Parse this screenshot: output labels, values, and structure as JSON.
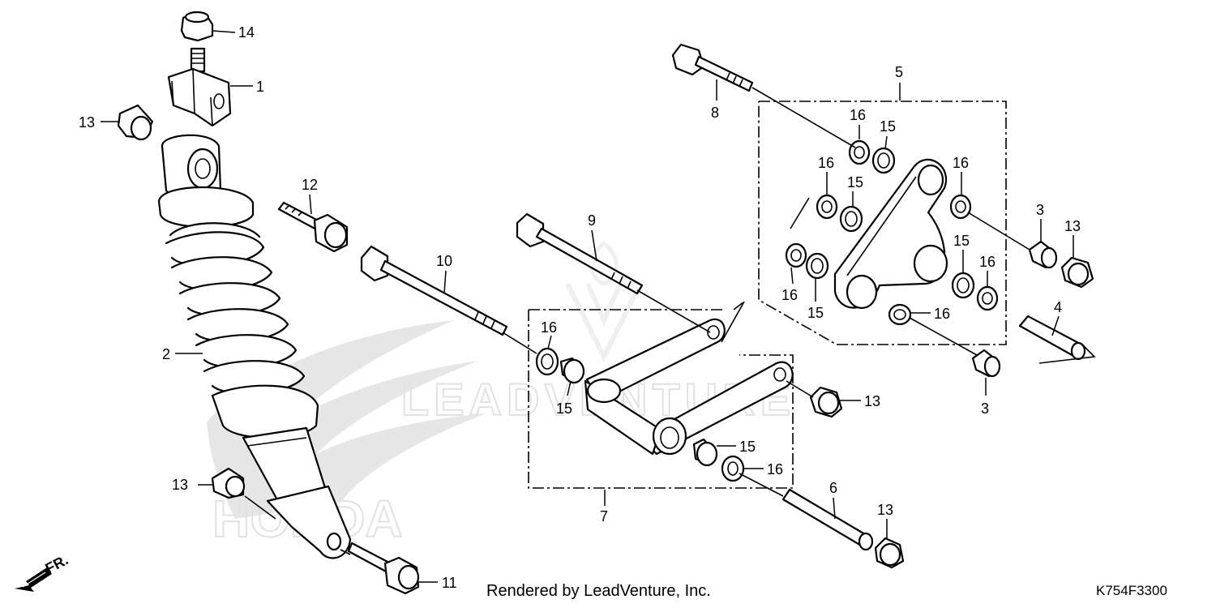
{
  "callouts": [
    {
      "id": "14",
      "text": "14"
    },
    {
      "id": "1",
      "text": "1"
    },
    {
      "id": "13a",
      "text": "13"
    },
    {
      "id": "2",
      "text": "2"
    },
    {
      "id": "12",
      "text": "12"
    },
    {
      "id": "10",
      "text": "10"
    },
    {
      "id": "9",
      "text": "9"
    },
    {
      "id": "13b",
      "text": "13"
    },
    {
      "id": "11",
      "text": "11"
    },
    {
      "id": "16a",
      "text": "16"
    },
    {
      "id": "15a",
      "text": "15"
    },
    {
      "id": "13c",
      "text": "13"
    },
    {
      "id": "15b",
      "text": "15"
    },
    {
      "id": "16b",
      "text": "16"
    },
    {
      "id": "7",
      "text": "7"
    },
    {
      "id": "6",
      "text": "6"
    },
    {
      "id": "13d",
      "text": "13"
    },
    {
      "id": "8",
      "text": "8"
    },
    {
      "id": "5",
      "text": "5"
    },
    {
      "id": "16c",
      "text": "16"
    },
    {
      "id": "15c",
      "text": "15"
    },
    {
      "id": "16d",
      "text": "16"
    },
    {
      "id": "15d",
      "text": "15"
    },
    {
      "id": "16e",
      "text": "16"
    },
    {
      "id": "3a",
      "text": "3"
    },
    {
      "id": "13e",
      "text": "13"
    },
    {
      "id": "15e",
      "text": "15"
    },
    {
      "id": "16f",
      "text": "16"
    },
    {
      "id": "16g",
      "text": "16"
    },
    {
      "id": "15f",
      "text": "15"
    },
    {
      "id": "16h",
      "text": "16"
    },
    {
      "id": "4",
      "text": "4"
    },
    {
      "id": "3b",
      "text": "3"
    }
  ],
  "direction_label": "FR.",
  "watermark_text": "LEADVENTURE",
  "brand_text": "HONDA",
  "footer": {
    "rendered_by": "Rendered by LeadVenture, Inc.",
    "diagram_code": "K754F3300"
  }
}
